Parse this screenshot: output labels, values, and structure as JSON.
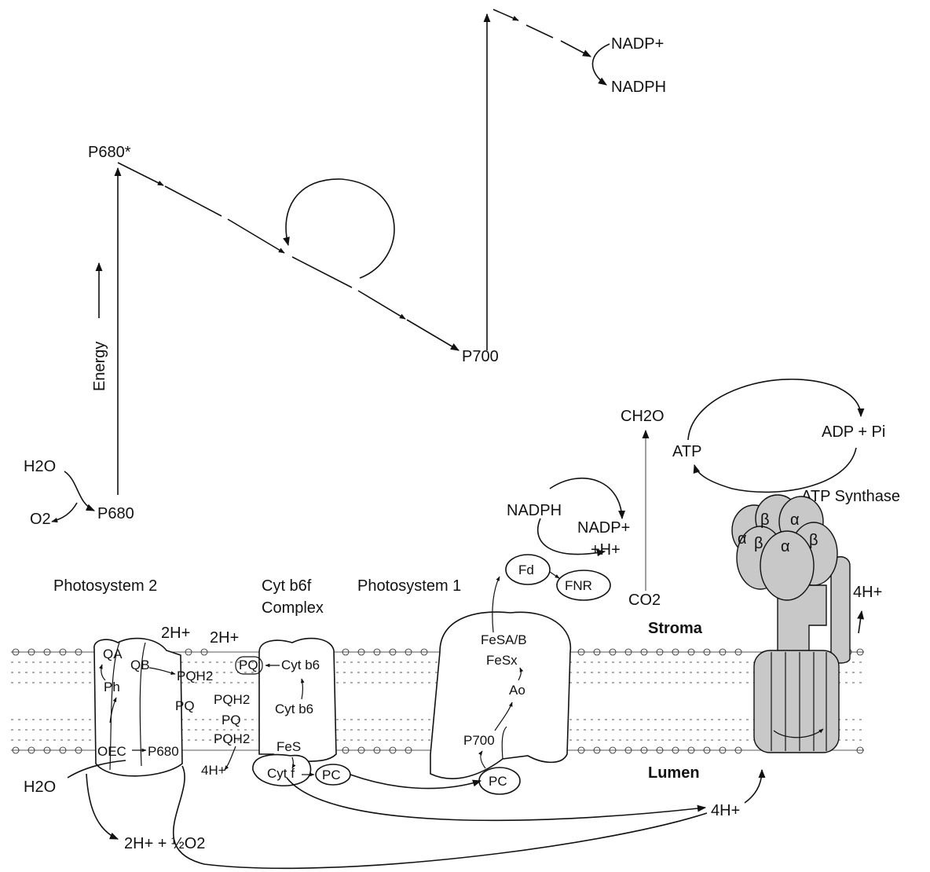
{
  "z_scheme": {
    "p680_excited": "P680*",
    "p700_top": "NADP+",
    "nadph_top": "NADPH",
    "p700": "P700",
    "p680": "P680",
    "h2o": "H2O",
    "o2": "O2",
    "energy": "Energy"
  },
  "complexes": {
    "photosystem2": "Photosystem 2",
    "cytb6f_line1": "Cyt b6f",
    "cytb6f_line2": "Complex",
    "photosystem1": "Photosystem 1",
    "atp_synthase": "ATP Synthase"
  },
  "compartments": {
    "stroma": "Stroma",
    "lumen": "Lumen"
  },
  "ps2_parts": {
    "qa": "QA",
    "qb": "QB",
    "ph": "Ph",
    "oec": "OEC",
    "p680": "P680",
    "pqh2": "PQH2",
    "pq": "PQ",
    "h2o": "H2O",
    "products": "2H+ + ½O2",
    "twoH_a": "2H+",
    "twoH_b": "2H+"
  },
  "cyt_parts": {
    "pq": "PQ",
    "cytb6_top": "Cyt b6",
    "pqh2_a": "PQH2",
    "pq_mid": "PQ",
    "cytb6_bottom": "Cyt b6",
    "pqh2_b": "PQH2",
    "fes": "FeS",
    "cytf": "Cyt f",
    "fourH": "4H+",
    "pc": "PC"
  },
  "ps1_parts": {
    "fesab": "FeSA/B",
    "fesx": "FeSx",
    "ao": "Ao",
    "p700": "P700",
    "pc": "PC",
    "fd": "Fd",
    "fnr": "FNR",
    "nadph": "NADPH",
    "nadp": "NADP+",
    "hplus": "+H+"
  },
  "atp_parts": {
    "ch2o": "CH2O",
    "co2": "CO2",
    "atp": "ATP",
    "adp": "ADP + Pi",
    "fourH_top": "4H+",
    "fourH_bottom": "4H+",
    "subunits": [
      "β",
      "α",
      "α",
      "β",
      "α",
      "β"
    ]
  }
}
